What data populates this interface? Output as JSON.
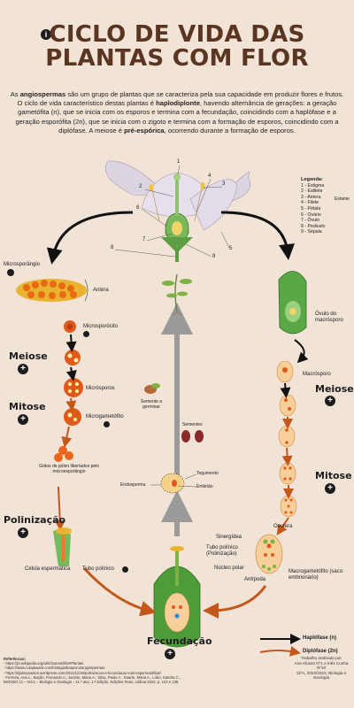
{
  "header": {
    "title_line1": "CICLO DE VIDA DAS",
    "title_line2": "PLANTAS COM FLOR",
    "info_icon": "info-icon"
  },
  "intro": {
    "p1_a": "As ",
    "p1_b": "angiospermas",
    "p1_c": " são um grupo de plantas que se caracteriza pela sua capacidade em produzir flores e frutos.",
    "p2_a": "O ciclo de vida característico destas plantas é ",
    "p2_b": "haplodiplonte",
    "p2_c": ", havendo alternância de gerações: a geração gametófita (n), que se inicia com os esporos e termina com a fecundação, coincidindo com a haplófase e a geração esporófita (2n), que se inicia com o zigoto e termina com a formação de esporos, coincidindo com a diplófase. A meiose é ",
    "p2_d": "pré-espórica",
    "p2_e": ", ocorrendo durante a formação de esporos."
  },
  "legend": {
    "title": "Legenda:",
    "items": [
      "1 - Estigma",
      "2 - Estilete",
      "3 - Antera",
      "4 - Filete",
      "5 - Pétala",
      "6 - Ovário",
      "7 - Óvulo",
      "8 - Pedicelo",
      "9 - Sépala"
    ],
    "estame": "Estame"
  },
  "flower_numbers": [
    "1",
    "2",
    "3",
    "4",
    "5",
    "6",
    "7",
    "8",
    "9"
  ],
  "left": {
    "microsporangio": "Microsporângio",
    "antera": "Antera",
    "microsporocito": "Microsporócito",
    "meiose": "Meiose",
    "mitose": "Mitose",
    "microsporos": "Micrósporos",
    "microgametofito": "Microgametófito",
    "graos": "Grãos de pólen libertados pelo microesporângio",
    "polinizacao": "Polinização",
    "celula": "Célula espermática",
    "tubo": "Tubo polínico"
  },
  "center": {
    "semente_germinar": "Semente a germinar",
    "sementes": "Sementes",
    "tegumento": "Tegumento",
    "endosperma": "Endosperma",
    "embriao": "Embrião",
    "fecundacao": "Fecundação"
  },
  "right": {
    "ovulo": "Óvulo do macrósporo",
    "macrosporo": "Macrósporo",
    "meiose": "Meiose",
    "mitose": "Mitose",
    "oosfera": "Oosfera",
    "sinergidea": "Sinergídea",
    "tubo": "Tubo polínico (Polinização)",
    "nucleo": "Núcleo polar",
    "antipoda": "Antípoda",
    "macrogametofito": "Macrogametófito (saco embrionário)"
  },
  "bottom_legend": {
    "haplofase": "Haplófase (n)",
    "diplofase": "Diplófase (2n)"
  },
  "references": {
    "title": "Referências:",
    "lines": [
      "- https://pt.wikipedia.org/wiki/Gametófito#Plantas",
      "- https://www.coladaweb.com/biologia/botanica/angiospermas",
      "- https://djalmasantos.wordpress.com/2011/11/26/polinizacao-e-fecundacao-nas-espermatofitas/",
      "- Ferreira, Ana L.; Bação, Fernando A.; Jacinto, Maria A.; Silva, Paulo A.; Duarte, Maria A.; Lobo, Sandra C.,",
      "BIOGEO 11 – Vol.1 – Biologia e Geologia – 11.º ano, 1.ª Edição, Edições Texto, Lisboa 2022, p. 123 e 135."
    ]
  },
  "credit": {
    "lines": [
      "Trabalho realizado por",
      "Ana Afonso Nº1 e Inês Cunha Nº10",
      "11ºA, 2022/2023, Biologia e Geologia"
    ]
  },
  "colors": {
    "background": "#f1e3d6",
    "title": "#5a3522",
    "haplofase_arrow": "#111111",
    "diplofase_arrow": "#c4581b",
    "ovary_green": "#4e9b3a",
    "pollen_orange": "#ee7b1c"
  }
}
